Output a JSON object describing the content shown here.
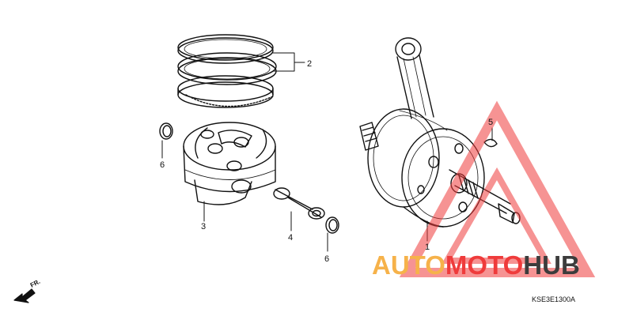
{
  "diagram": {
    "callouts": {
      "crankshaft": "1",
      "piston_rings": "2",
      "piston": "3",
      "piston_pin": "4",
      "woodruff_key": "5",
      "pin_clip_left": "6",
      "pin_clip_right": "6"
    },
    "diagram_code": "KSE3E1300A",
    "front_indicator": "FR."
  },
  "watermark": {
    "word_auto": "AUTO",
    "word_moto": "MOTO",
    "word_hub": "HUB",
    "colors": {
      "auto": "#f6b24a",
      "moto": "#ef3b3b",
      "hub": "#3c3c3c"
    }
  }
}
